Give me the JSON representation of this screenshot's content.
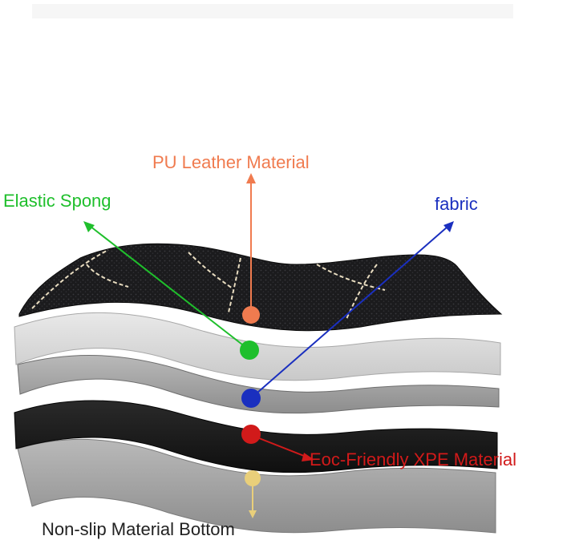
{
  "labels": {
    "pu_leather": "PU Leather Material",
    "elastic_sponge": "Elastic Spong",
    "fabric": "fabric",
    "xpe": "Eoc-Friendly XPE Material",
    "bottom": "Non-slip Material Bottom"
  },
  "colors": {
    "pu_leather": "#f07b4f",
    "elastic_sponge": "#1fbf2c",
    "fabric": "#1a2fbf",
    "xpe": "#d11a1a",
    "bottom": "#e9cf7a",
    "bottom_text": "#222222"
  }
}
